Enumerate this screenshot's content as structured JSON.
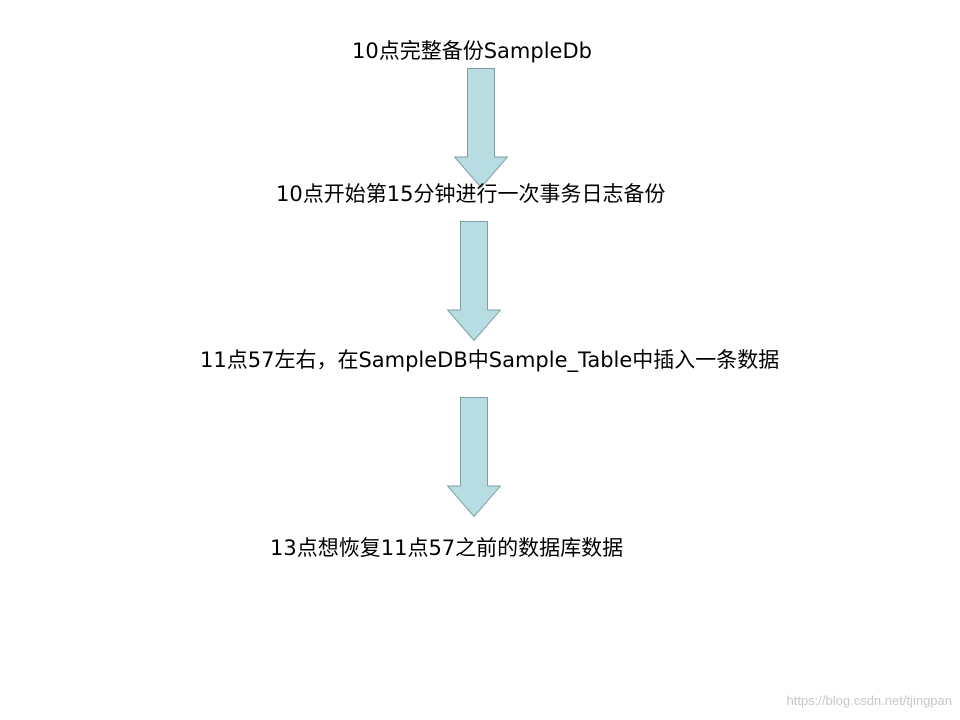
{
  "flow": {
    "steps": [
      {
        "text": "10点完整备份SampleDb"
      },
      {
        "text": "10点开始第15分钟进行一次事务日志备份"
      },
      {
        "text": "11点57左右，在SampleDB中Sample_Table中插入一条数据"
      },
      {
        "text": "13点想恢复11点57之前的数据库数据"
      }
    ],
    "arrow_color": "#b7dde2",
    "arrow_border_color": "#7f9ea4"
  },
  "watermark": {
    "text": "https://blog.csdn.net/tjingpan"
  }
}
